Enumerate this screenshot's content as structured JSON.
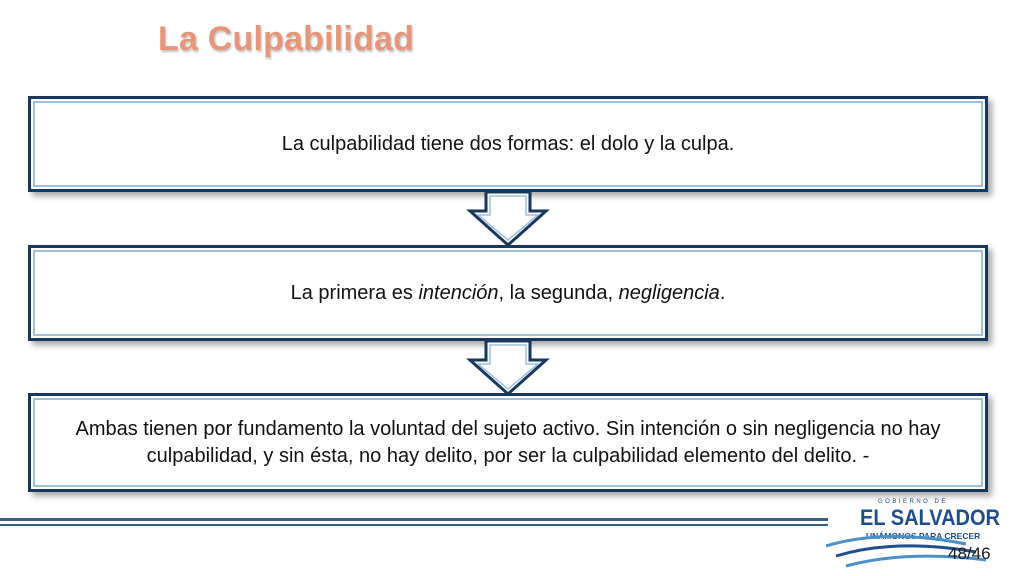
{
  "slide": {
    "title": "La Culpabilidad",
    "title_color": "#e8967a",
    "border_color": "#17375e",
    "steps": [
      {
        "text": "La culpabilidad tiene dos formas: el dolo y la culpa."
      },
      {
        "parts": [
          "La primera es ",
          "intención",
          ", la segunda, ",
          "negligencia",
          "."
        ]
      },
      {
        "text": "Ambas tienen por fundamento la voluntad del sujeto activo. Sin intención o sin negligencia no hay culpabilidad, y sin ésta, no hay delito, por ser la culpabilidad elemento del delito. -"
      }
    ],
    "page_number": "48/46"
  },
  "logo": {
    "top_text": "GOBIERNO DE",
    "main_text": "EL SALVADOR",
    "tagline": "UNÁMONOS PARA CRECER",
    "primary_color": "#1f4e8c",
    "accent_color": "#4a90c8"
  }
}
